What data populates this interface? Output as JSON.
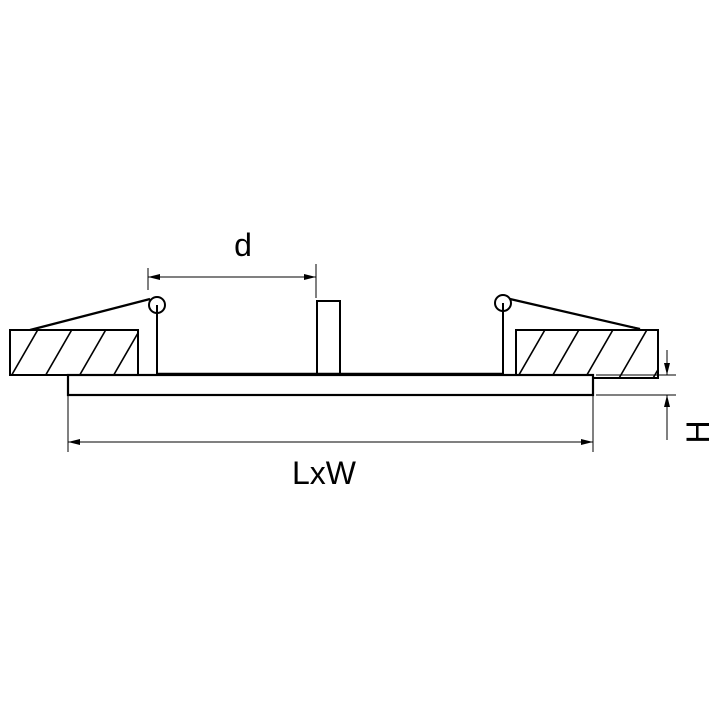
{
  "labels": {
    "d": "d",
    "lxw": "LxW",
    "h": "H"
  },
  "colors": {
    "line": "#000000",
    "background": "#ffffff"
  }
}
